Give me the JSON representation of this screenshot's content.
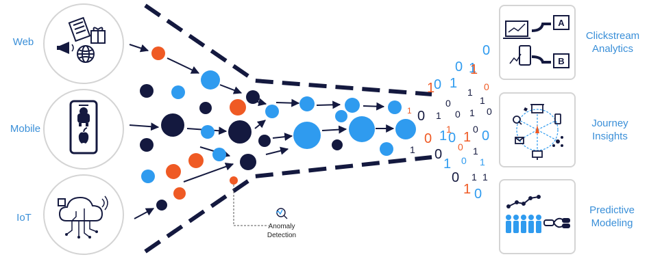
{
  "sources": [
    {
      "label": "Web",
      "icon": "web-marketing-icon"
    },
    {
      "label": "Mobile",
      "icon": "smartphone-icon"
    },
    {
      "label": "IoT",
      "icon": "iot-cloud-icon"
    }
  ],
  "outputs": [
    {
      "label": "Clickstream Analytics",
      "line1": "Clickstream",
      "line2": "Analytics",
      "icon": "clickstream-ab-icon"
    },
    {
      "label": "Journey Insights",
      "line1": "Journey",
      "line2": "Insights",
      "icon": "journey-network-icon"
    },
    {
      "label": "Predictive Modeling",
      "line1": "Predictive",
      "line2": "Modeling",
      "icon": "predictive-people-icon"
    }
  ],
  "anomaly": {
    "line1": "Anomaly",
    "line2": "Detection"
  },
  "ab_labels": {
    "a": "A",
    "b": "B"
  },
  "colors": {
    "navy": "#14193f",
    "blue": "#2f9bef",
    "orange": "#ef5a24",
    "label_blue": "#3a8fd8",
    "card_border": "#d4d4d4"
  }
}
